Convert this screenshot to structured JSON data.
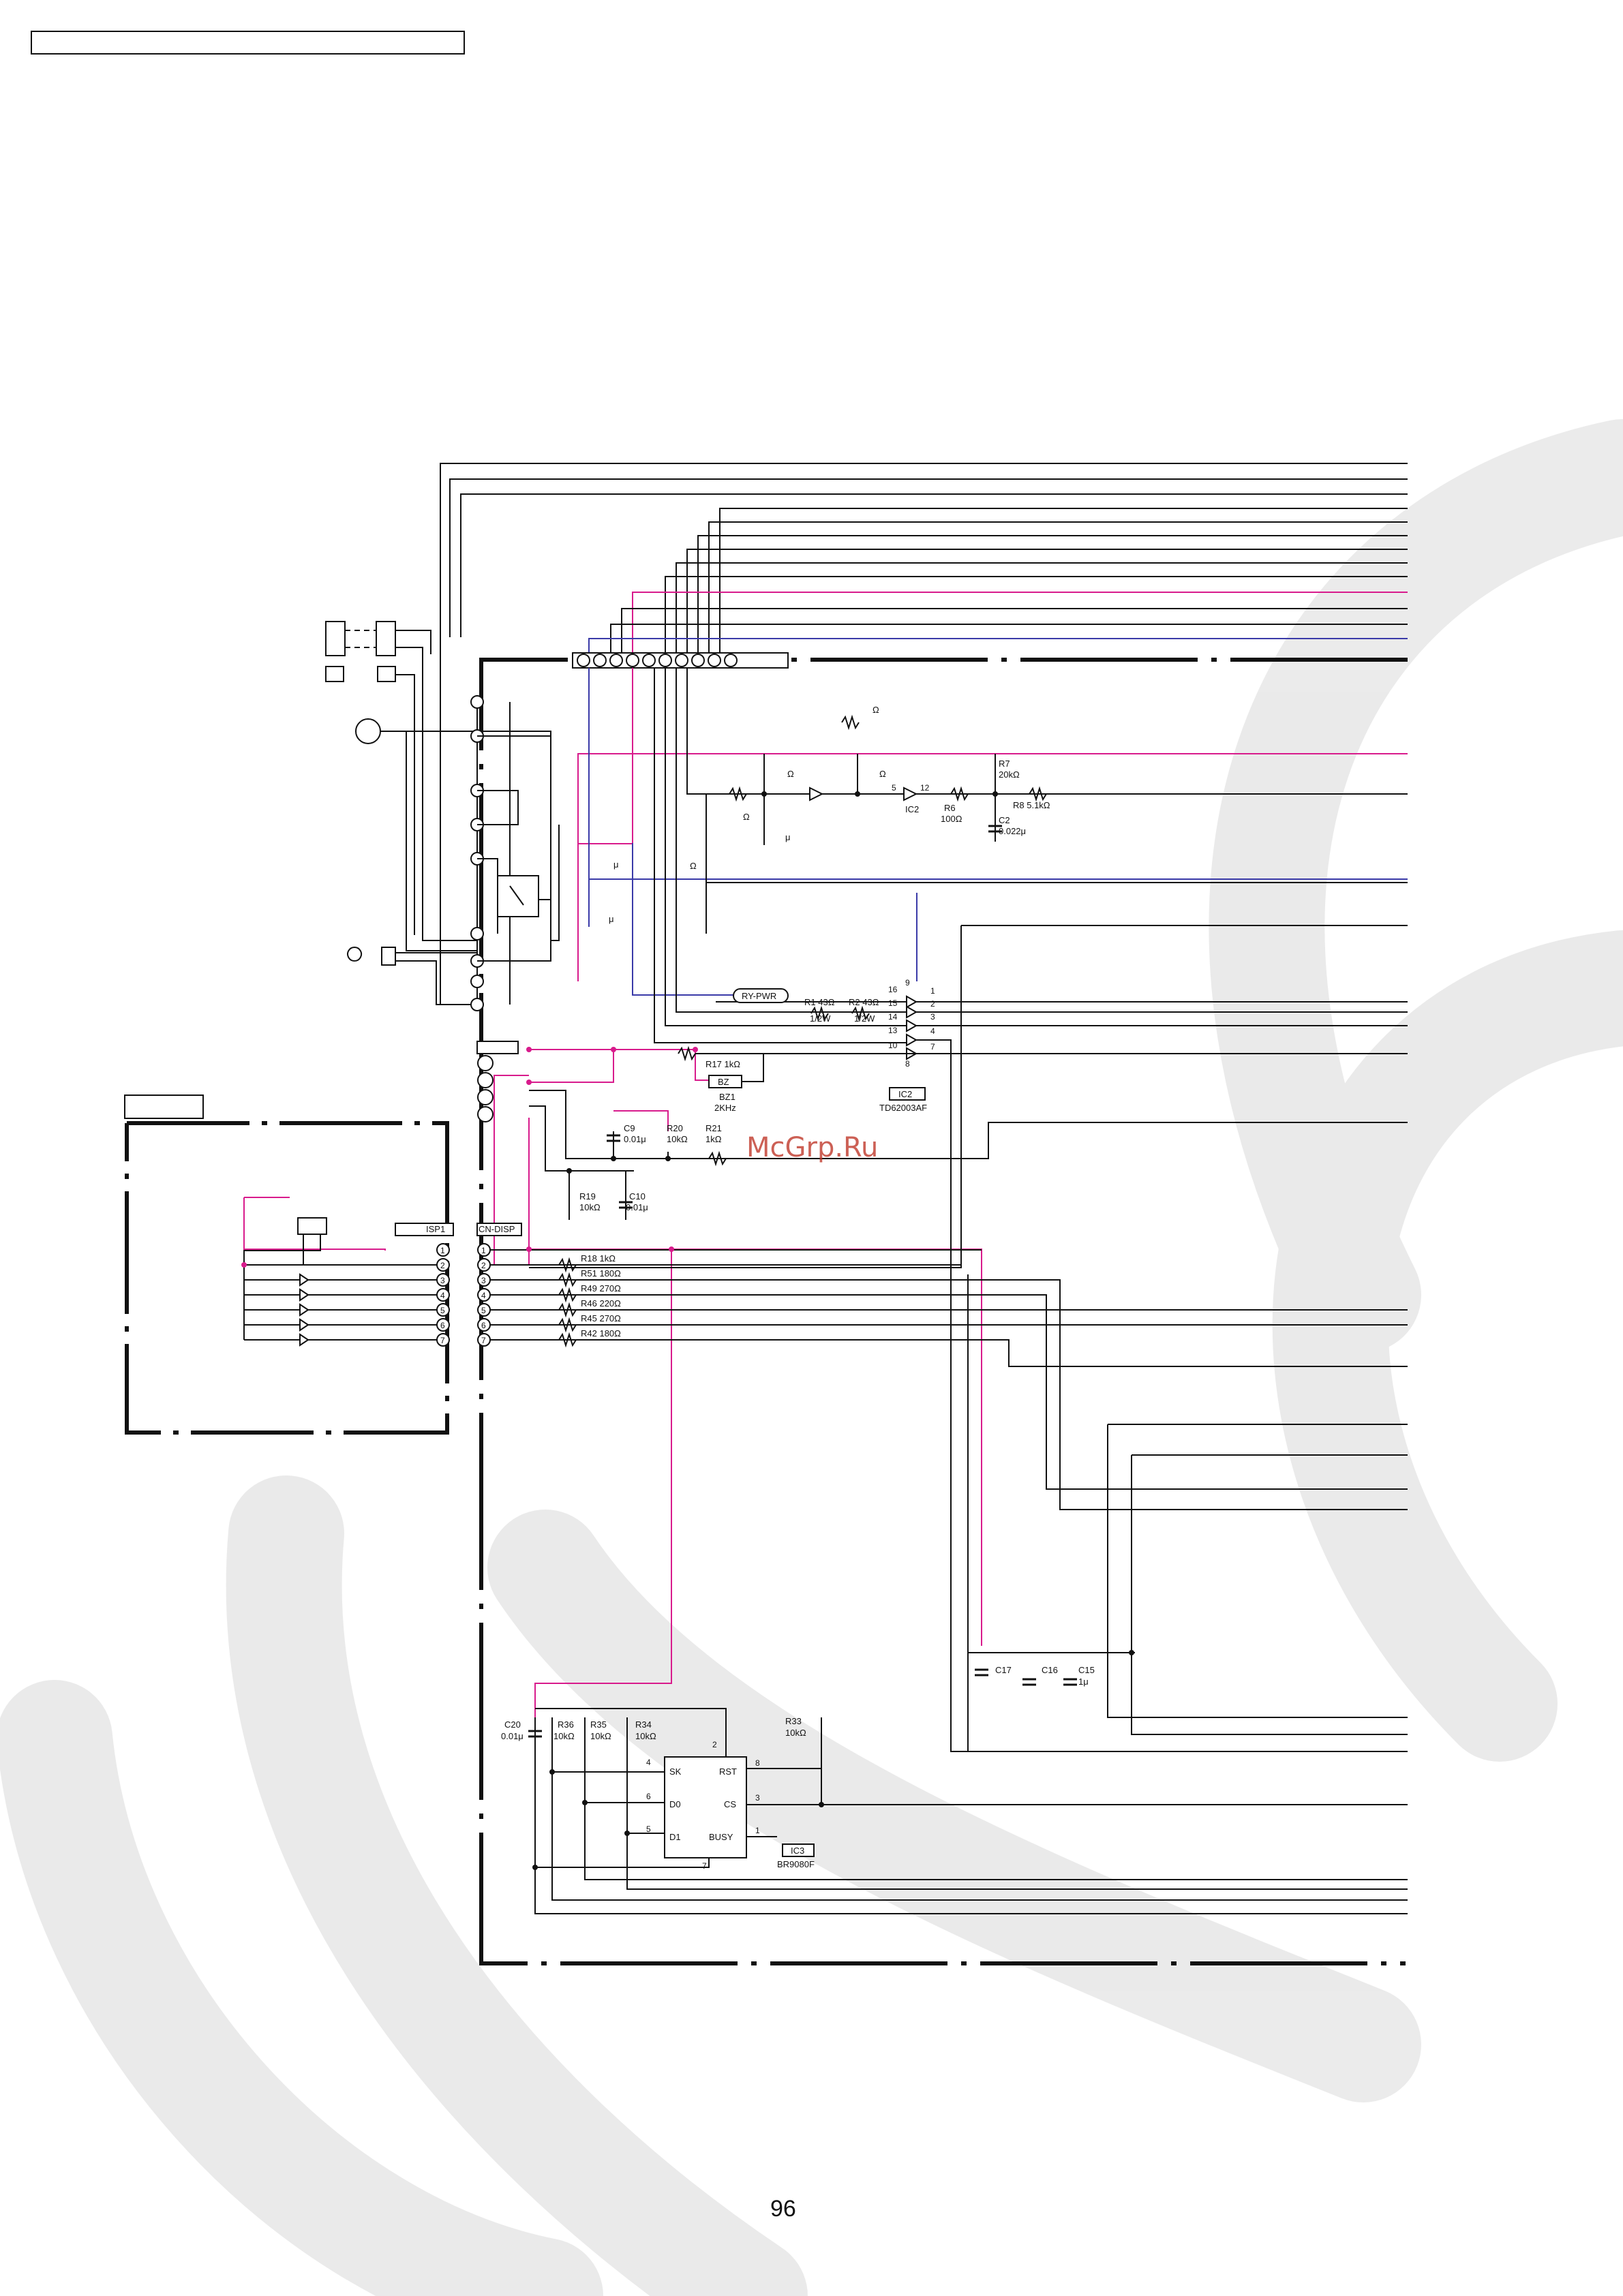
{
  "page": {
    "number": "96",
    "watermark": "McGrp.Ru"
  },
  "header_box": "",
  "ics": [
    {
      "ref": "IC2",
      "part": "TD62003AF"
    },
    {
      "ref": "IC3",
      "part": "BR9080F"
    }
  ],
  "connectors": {
    "isp": "ISP1",
    "cn_disp": "CN-DISP",
    "ry_pwr": "RY-PWR"
  },
  "buzzer": {
    "ref": "BZ",
    "name": "BZ1",
    "freq": "2KHz"
  },
  "resistor_labels": {
    "r1": "R1  43Ω",
    "r1w": "1/2W",
    "r2": "R2  43Ω",
    "r2w": "1/2W",
    "r6": "R6",
    "r6v": "100Ω",
    "r7": "R7",
    "r7v": "20kΩ",
    "r8": "R8  5.1kΩ",
    "r17": "R17  1kΩ",
    "r20": "R20",
    "r20v": "10kΩ",
    "r21": "R21",
    "r21v": "1kΩ",
    "r19": "R19",
    "r19v": "10kΩ",
    "r18": "R18   1kΩ",
    "r51": "R51   180Ω",
    "r49": "R49  270Ω",
    "r46": "R46  220Ω",
    "r45": "R45  270Ω",
    "r42": "R42  180Ω",
    "r36": "R36",
    "r36v": "10kΩ",
    "r35": "R35",
    "r35v": "10kΩ",
    "r34": "R34",
    "r34v": "10kΩ",
    "r33": "R33",
    "r33v": "10kΩ"
  },
  "capacitor_labels": {
    "c2": "C2",
    "c2v": "0.022μ",
    "c9": "C9",
    "c9v": "0.01μ",
    "c10": "C10",
    "c10v": "0.01μ",
    "c20": "C20",
    "c20v": "0.01μ",
    "c17": "C17",
    "c16": "C16",
    "c15": "C15",
    "c15v": "1μ"
  },
  "misc_labels": {
    "omega": "Ω",
    "mu": "μ"
  },
  "ic2_pins": [
    "16",
    "15",
    "14",
    "13",
    "10",
    "9",
    "8",
    "1",
    "2",
    "3",
    "4",
    "7",
    "5",
    "12"
  ],
  "ic3_pins": {
    "sk": "SK",
    "d0": "D0",
    "d1": "D1",
    "rst": "RST",
    "cs": "CS",
    "busy": "BUSY",
    "n4": "4",
    "n6": "6",
    "n5": "5",
    "n2": "2",
    "n8": "8",
    "n3": "3",
    "n1": "1",
    "n7": "7"
  },
  "connector_pins": [
    "1",
    "2",
    "3",
    "4",
    "5",
    "6",
    "7"
  ]
}
